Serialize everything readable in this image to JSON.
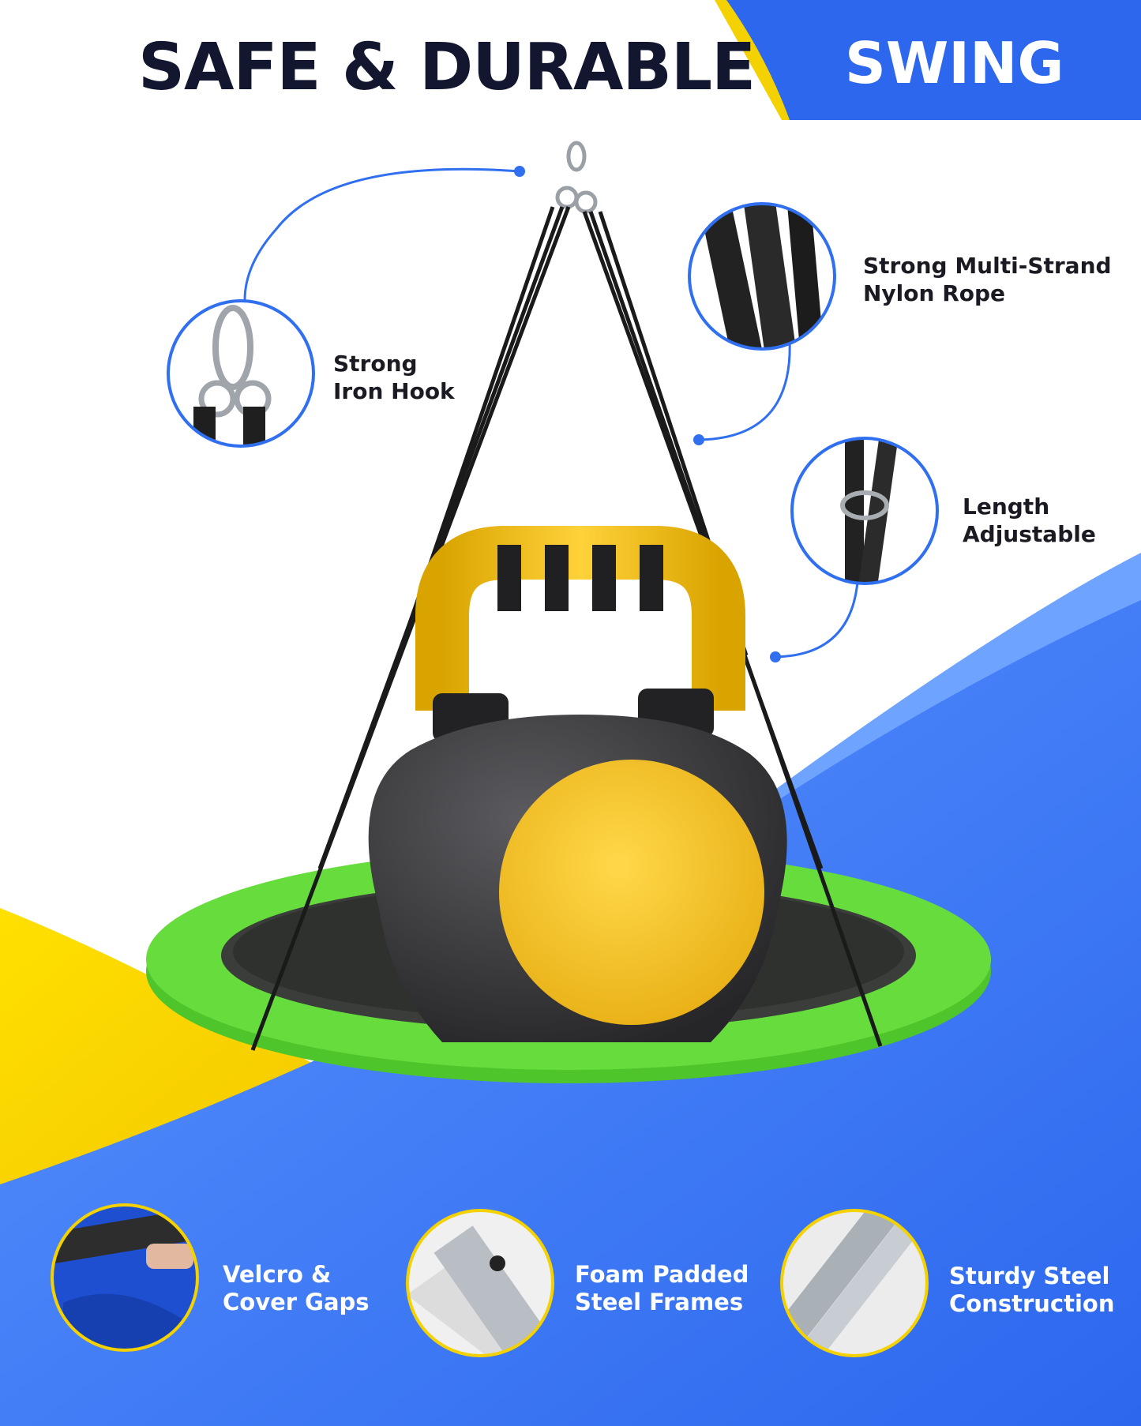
{
  "header": {
    "title": "SAFE & DURABLE",
    "badge": "SWING"
  },
  "callouts": {
    "hook": {
      "line1": "Strong",
      "line2": "Iron Hook"
    },
    "rope": {
      "line1": "Strong Multi-Strand",
      "line2": "Nylon Rope"
    },
    "length": {
      "line1": "Length",
      "line2": "Adjustable"
    }
  },
  "features": {
    "velcro": {
      "line1": "Velcro &",
      "line2": "Cover Gaps"
    },
    "foam": {
      "line1": "Foam Padded",
      "line2": "Steel Frames"
    },
    "steel": {
      "line1": "Sturdy Steel",
      "line2": "Construction"
    }
  },
  "colors": {
    "brand_blue": "#2f6ff0",
    "accent_yellow": "#f2d000",
    "swing_green": "#5fd936",
    "kettlebell_body": "#3a3a3c",
    "kettlebell_yellow": "#f0c21a",
    "title_navy": "#12162e"
  }
}
